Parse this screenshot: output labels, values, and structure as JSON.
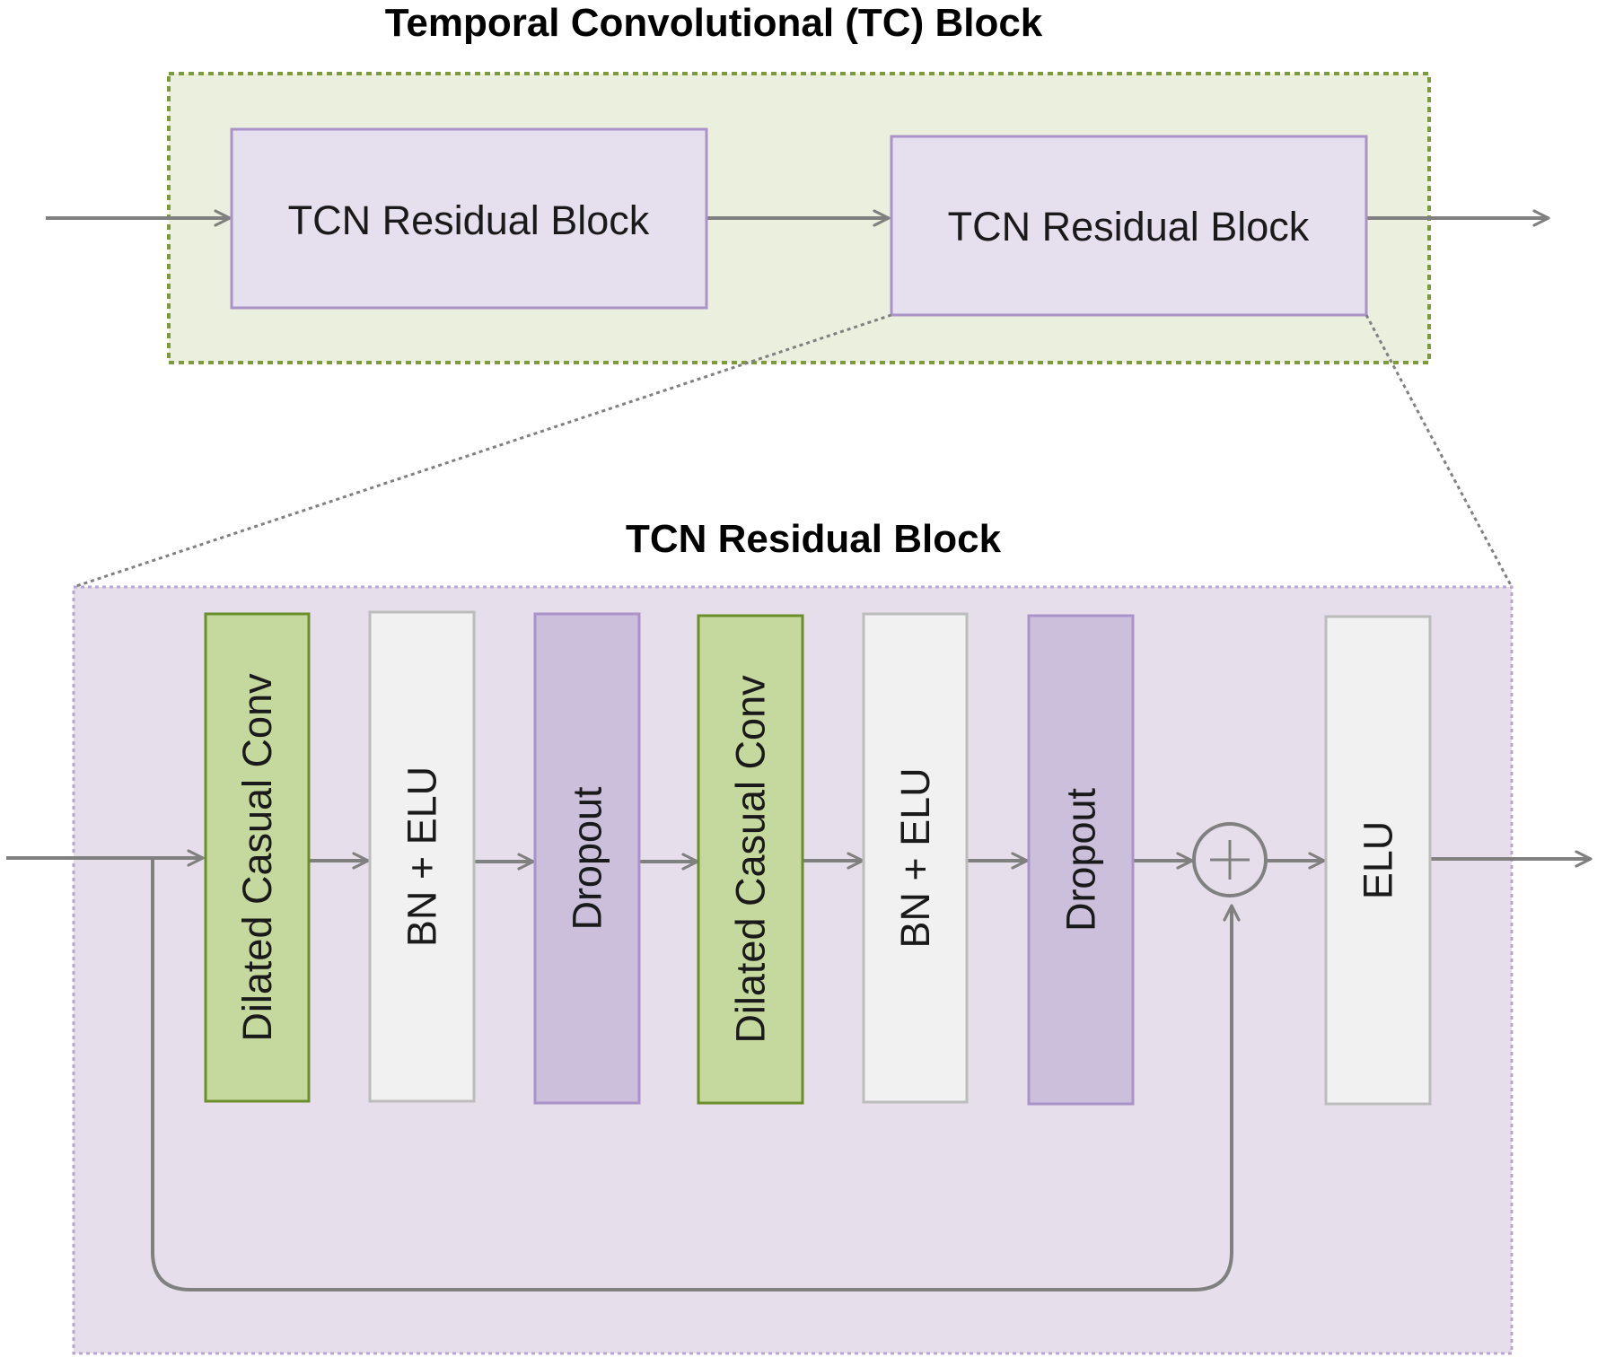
{
  "tc_block": {
    "title": "Temporal Convolutional (TC) Block",
    "blocks": [
      {
        "label": "TCN Residual Block"
      },
      {
        "label": "TCN Residual Block"
      }
    ]
  },
  "residual_block": {
    "title": "TCN Residual Block",
    "layers": [
      {
        "label": "Dilated Casual Conv",
        "kind": "conv"
      },
      {
        "label": "BN + ELU",
        "kind": "norm"
      },
      {
        "label": "Dropout",
        "kind": "dropout"
      },
      {
        "label": "Dilated Casual Conv",
        "kind": "conv"
      },
      {
        "label": "BN + ELU",
        "kind": "norm"
      },
      {
        "label": "Dropout",
        "kind": "dropout"
      }
    ],
    "output_layer": {
      "label": "ELU",
      "kind": "norm"
    }
  },
  "colors": {
    "tc_fill": "#ebefdd",
    "tc_border": "#7d9a3c",
    "block_fill": "#e6dfee",
    "block_border": "#a993c8",
    "residual_fill": "#e6dfeb",
    "residual_border": "#b9a6cf",
    "conv_fill": "#c5d89e",
    "conv_border": "#6a8f2a",
    "norm_fill": "#f1f1f1",
    "norm_border": "#bcbcbc",
    "dropout_fill": "#cbbfdb",
    "dropout_border": "#a993c8",
    "arrow": "#808080"
  }
}
